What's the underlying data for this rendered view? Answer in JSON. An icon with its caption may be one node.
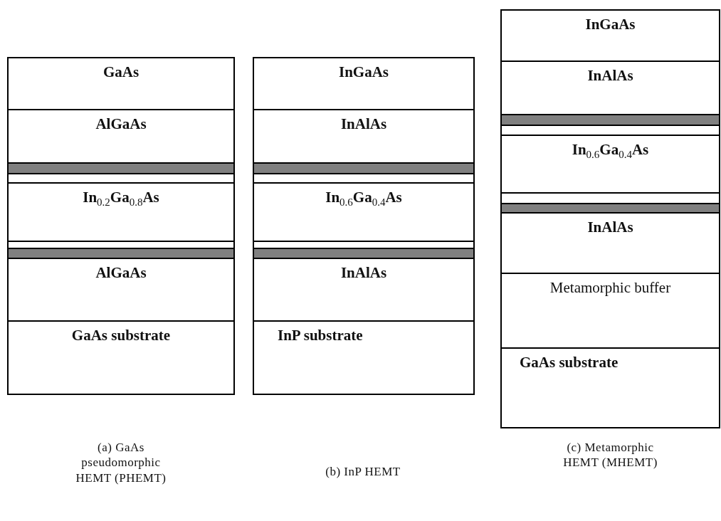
{
  "diagram": {
    "nodes": [
      {
        "text": [
          "GaAs"
        ]
      },
      {
        "text": [
          "AlGaAs"
        ]
      },
      {
        "text": [],
        "shape": "bar"
      },
      {
        "text": [],
        "shape": "box"
      },
      {
        "text": [
          "In$_{0.2}$Ga$_{0.8}$As"
        ]
      },
      {
        "text": [],
        "shape": "box"
      },
      {
        "text": [],
        "shape": "bar"
      },
      {
        "text": [
          "AlGaAs"
        ]
      },
      {
        "text": [
          "GaAs substrate"
        ]
      },
      {
        "text": [
          "InGaAs"
        ]
      },
      {
        "text": [
          "InAlAs"
        ]
      },
      {
        "text": [],
        "shape": "bar"
      },
      {
        "text": [],
        "shape": "box"
      },
      {
        "text": [
          "In$_{0.6}$Ga$_{0.4}$As"
        ]
      },
      {
        "text": [],
        "shape": "box"
      },
      {
        "text": [],
        "shape": "bar"
      },
      {
        "text": [
          "InAlAs"
        ]
      },
      {
        "text": [
          "InP substrate"
        ]
      },
      {
        "text": [
          "InGaAs"
        ]
      },
      {
        "text": [
          "InAlAs"
        ]
      },
      {
        "text": [],
        "shape": "bar"
      },
      {
        "text": [],
        "shape": "box"
      },
      {
        "text": [
          "In$_{0.6}$Ga$_{0.4}$As"
        ]
      },
      {
        "text": [],
        "shape": "box"
      },
      {
        "text": [],
        "shape": "bar"
      },
      {
        "text": [
          "InAlAs"
        ]
      },
      {
        "text": [
          "Metamorphic buffer"
        ]
      },
      {
        "text": [
          "GaAs substrate"
        ]
      }
    ],
    "labels": [
      "(a) GaAs pseudomorphic HEMT (PHEMT)",
      "(b) InP HEMT",
      "(c) Metamorphic HEMT (MHEMT)"
    ]
  }
}
